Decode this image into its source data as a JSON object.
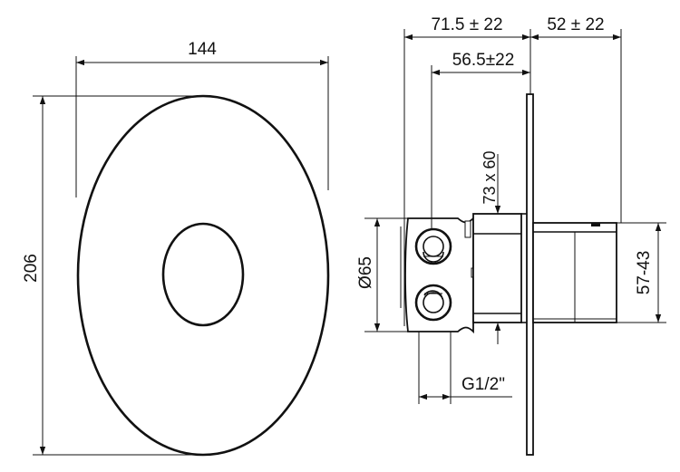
{
  "front_view": {
    "width_label": "144",
    "height_label": "206"
  },
  "side_view": {
    "depth_total_label": "71.5 ± 22",
    "depth_handle_label": "52 ± 22",
    "depth_body_label": "56.5±22",
    "cutout_label": "73 x 60",
    "body_diameter_label": "Ø65",
    "handle_height_label": "57-43",
    "thread_label": "G1/2\""
  }
}
